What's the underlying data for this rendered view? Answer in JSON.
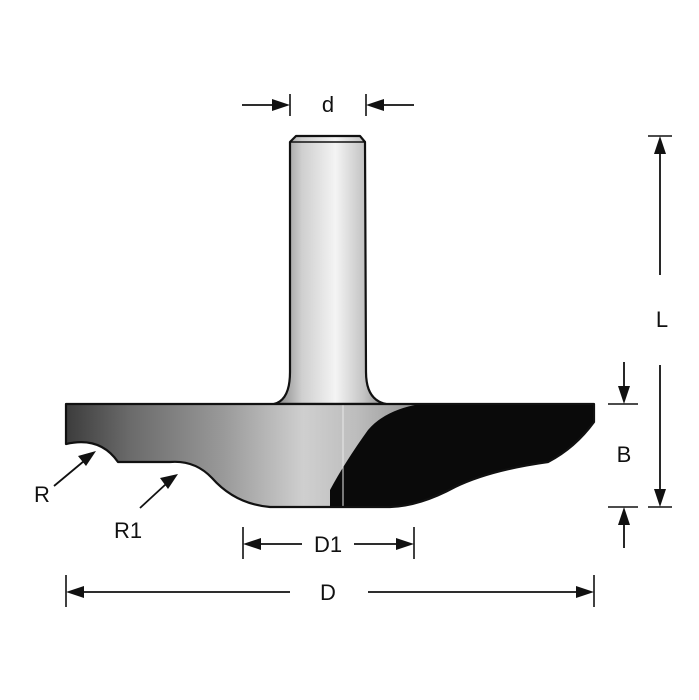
{
  "labels": {
    "shank_diameter": "d",
    "total_length": "L",
    "cutting_height": "B",
    "radius": "R",
    "radius_1": "R1",
    "bearing_diameter": "D1",
    "cutting_diameter": "D"
  },
  "colors": {
    "line": "#111111",
    "cutter_dark": "#0a0a0a",
    "background": "#ffffff"
  }
}
